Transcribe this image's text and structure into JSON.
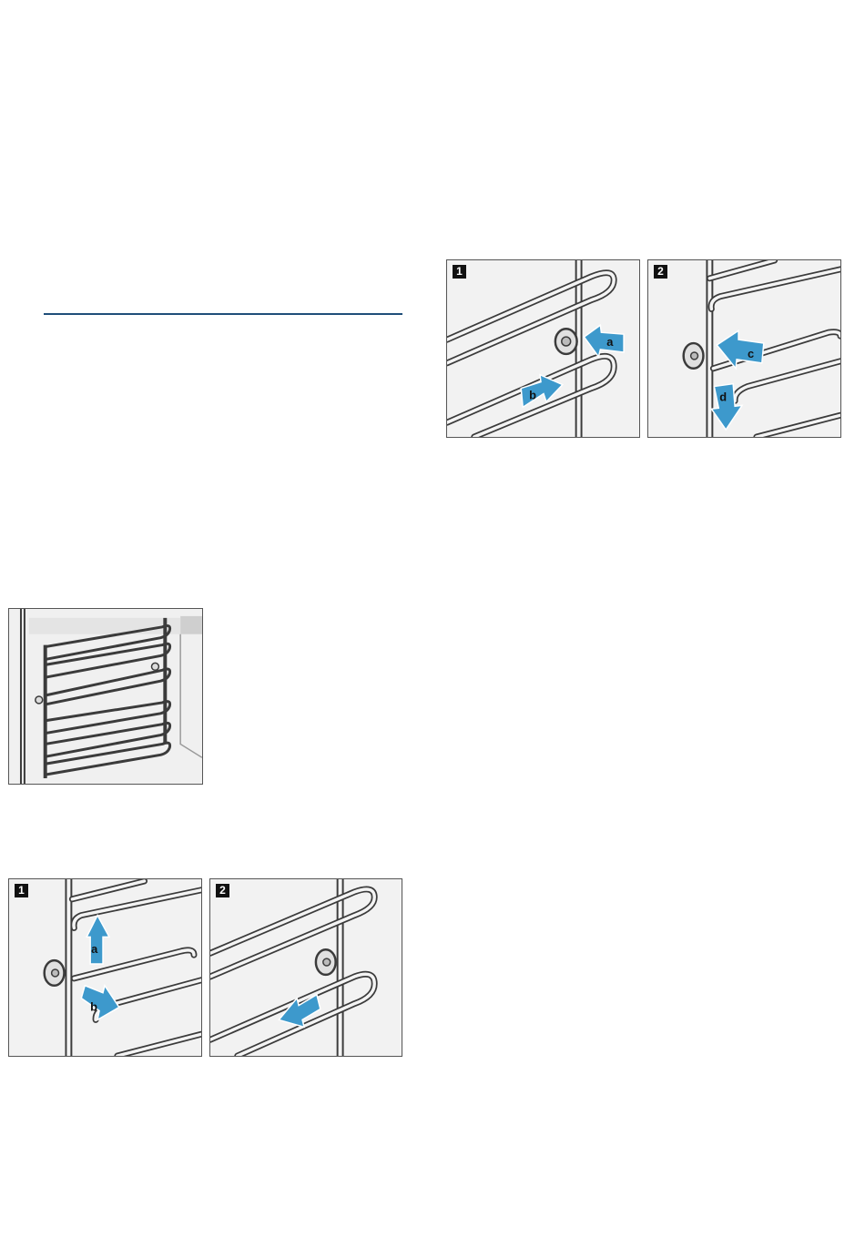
{
  "top_panels": [
    {
      "step": "1",
      "arrow_labels": [
        "a",
        "b"
      ]
    },
    {
      "step": "2",
      "arrow_labels": [
        "c",
        "d"
      ]
    }
  ],
  "bottom_panels": [
    {
      "step": "1",
      "arrow_labels": [
        "a",
        "b"
      ]
    },
    {
      "step": "2"
    }
  ],
  "colors": {
    "arrow": "#3d99cc",
    "rule": "#1f4e79",
    "badge": "#111111"
  }
}
